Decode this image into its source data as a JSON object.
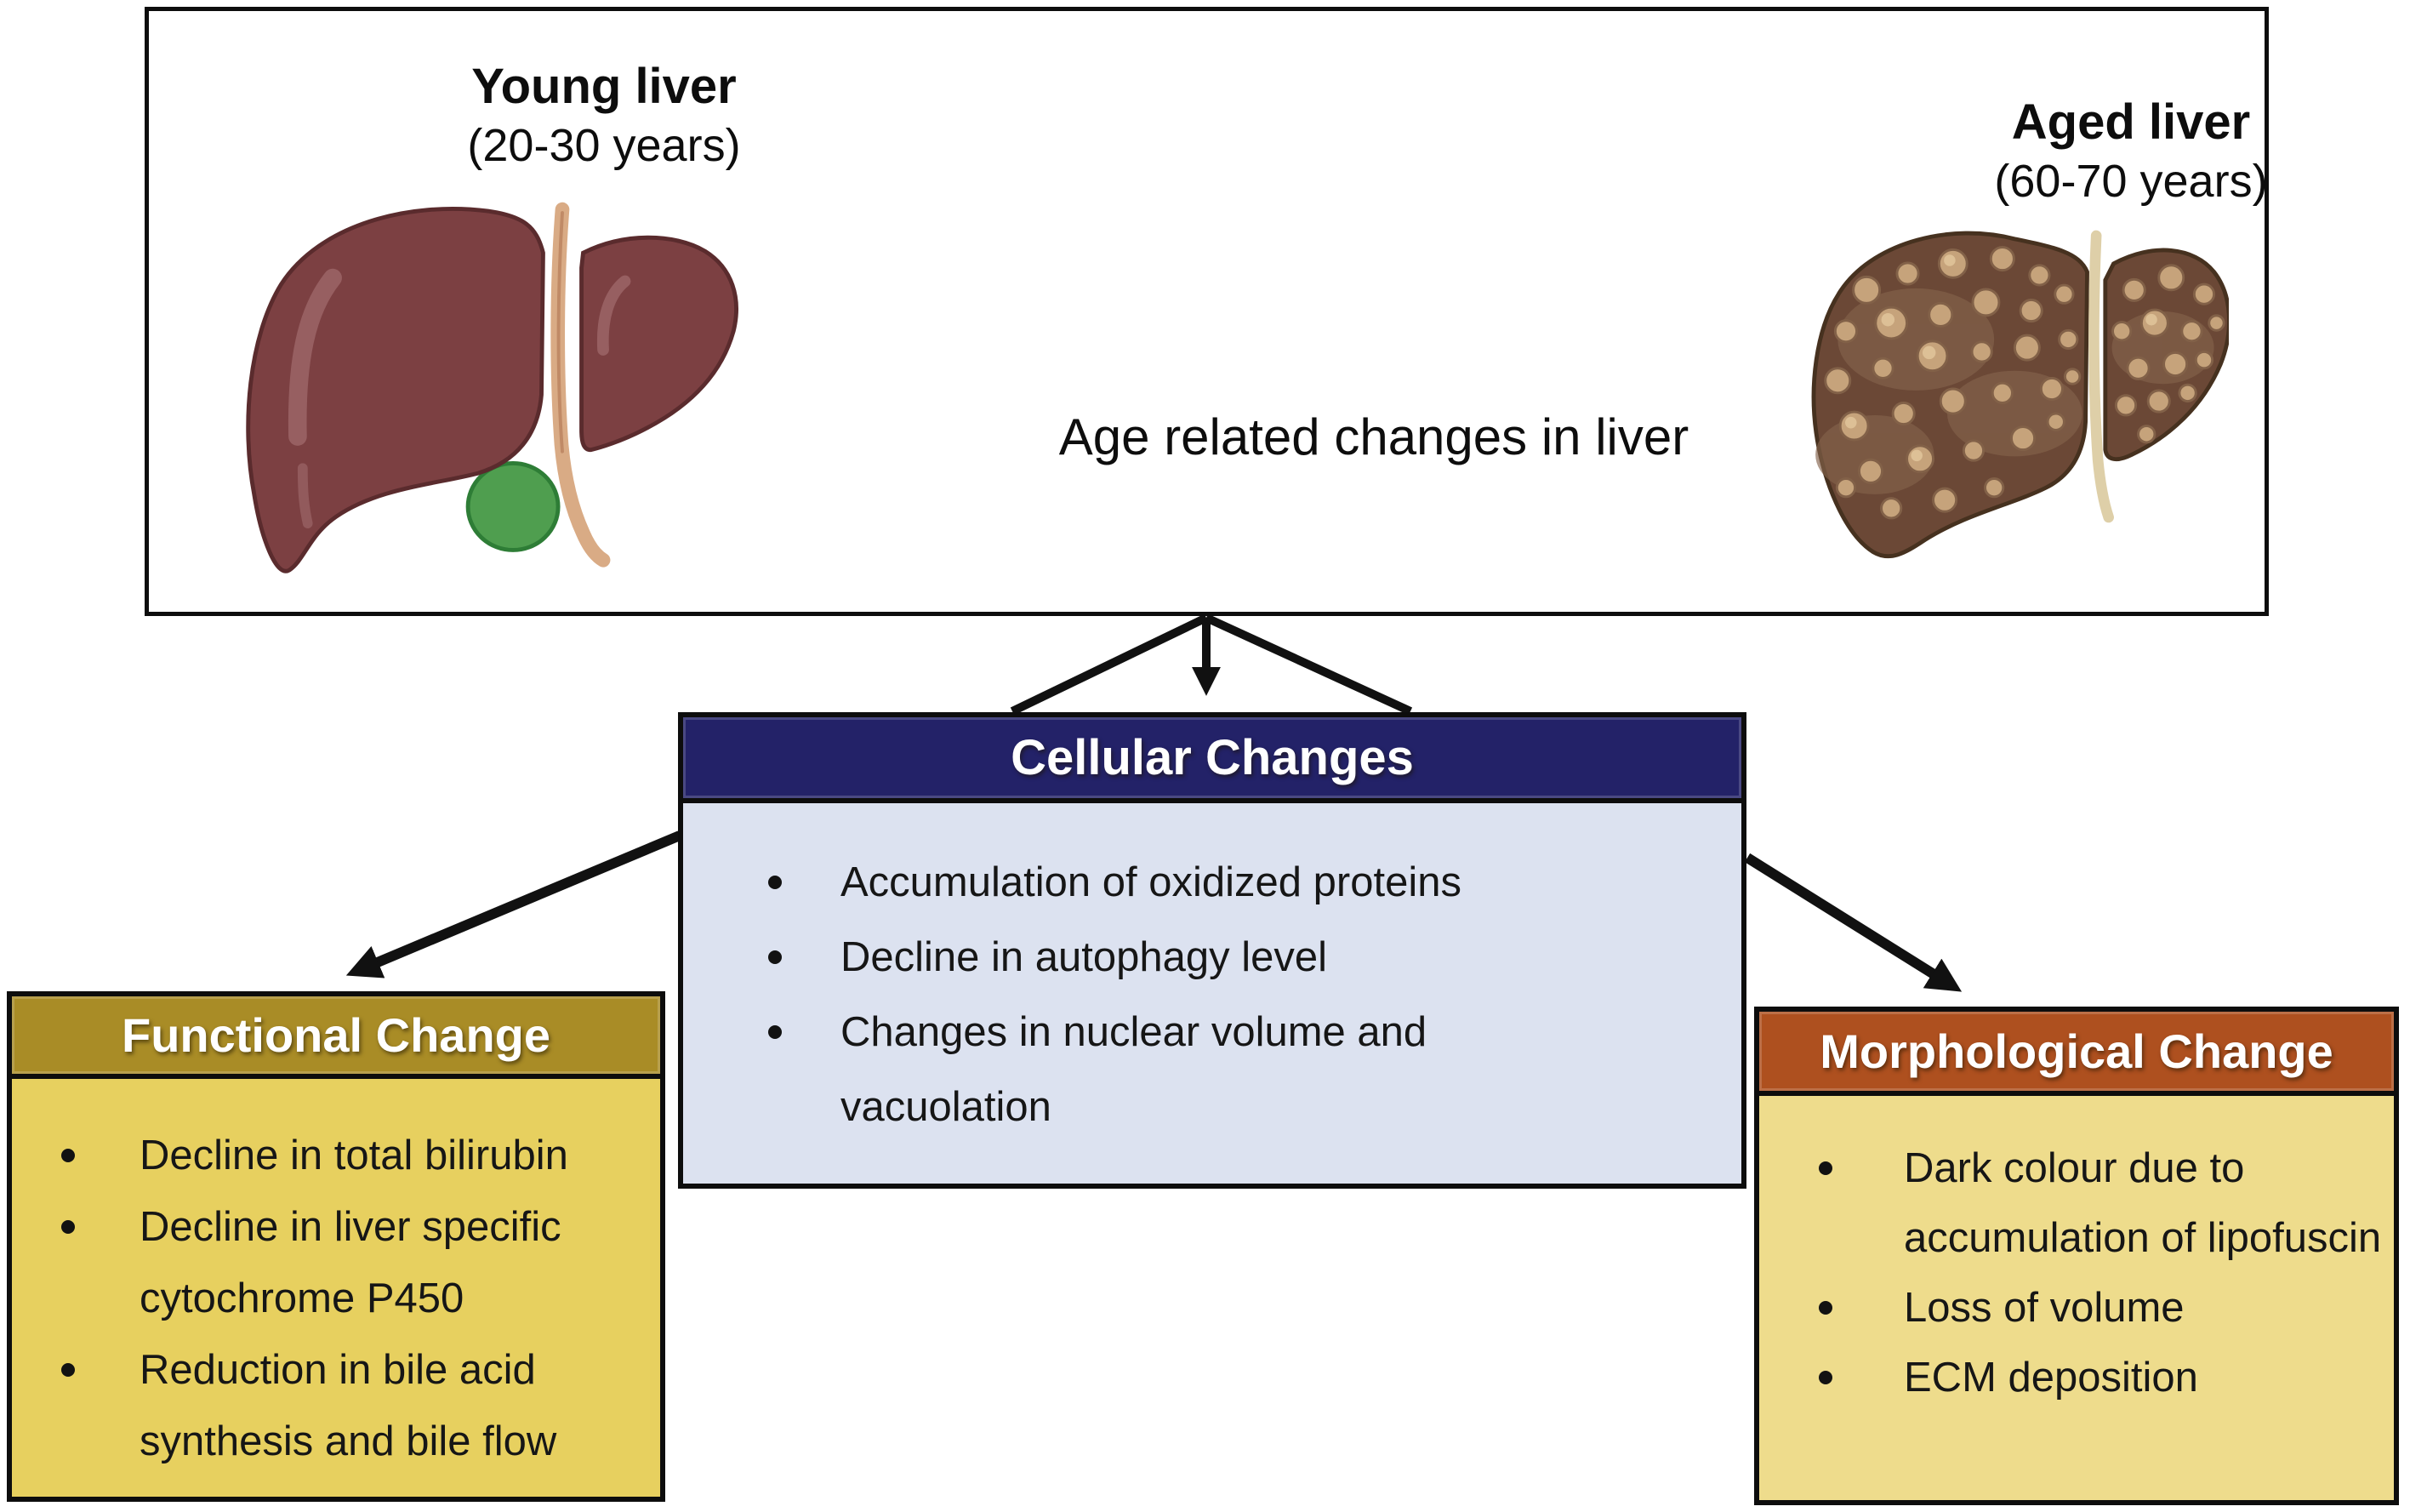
{
  "figure_title": "Age related changes in liver",
  "top_panel": {
    "young": {
      "title": "Young liver",
      "age_range": "(20-30 years)"
    },
    "aged": {
      "title": "Aged liver",
      "age_range": "(60-70 years)"
    },
    "transition_label": "Age related changes in liver"
  },
  "boxes": {
    "cellular": {
      "title": "Cellular Changes",
      "items": [
        "Accumulation of oxidized proteins",
        "Decline in autophagy level",
        "Changes in nuclear volume and vacuolation"
      ]
    },
    "functional": {
      "title": "Functional Change",
      "items": [
        "Decline in total bilirubin",
        "Decline in liver specific cytochrome P450",
        "Reduction in bile acid synthesis and bile flow"
      ]
    },
    "morphological": {
      "title": "Morphological Change",
      "items": [
        "Dark colour due to accumulation of lipofuscin",
        "Loss of volume",
        "ECM deposition"
      ]
    }
  },
  "colors": {
    "cellular_header": "#232268",
    "cellular_body": "#dce2f0",
    "functional_header": "#a98c26",
    "functional_body": "#e7d05f",
    "morphological_header": "#ae501f",
    "morphological_body": "#eedc8c",
    "young_liver": "#7c4042",
    "aged_liver": "#6b4836",
    "gallbladder": "#4f9e4f",
    "ligament": "#d9ab85",
    "arrow": "#111111",
    "border": "#0d0d0d"
  }
}
